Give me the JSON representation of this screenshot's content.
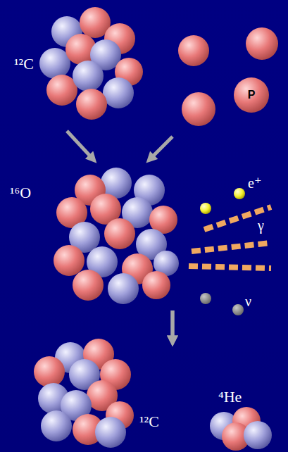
{
  "diagram": {
    "nodes": [
      {
        "text": [
          "¹²C"
        ]
      },
      {
        "text": [
          "P"
        ]
      },
      {
        "text": [
          "¹⁶O"
        ]
      },
      {
        "text": [
          "¹²C"
        ]
      },
      {
        "text": [
          "⁴He"
        ]
      }
    ],
    "edges": [
      {
        "from": 0,
        "to": 2,
        "arrow": "to"
      },
      {
        "from": 1,
        "to": 2,
        "arrow": "to"
      },
      {
        "from": 2,
        "to": 3,
        "arrow": "to"
      },
      {
        "from": 2,
        "to": 4,
        "arrow": "to"
      }
    ],
    "labels": [
      "e⁺",
      "γ",
      "ν"
    ]
  }
}
